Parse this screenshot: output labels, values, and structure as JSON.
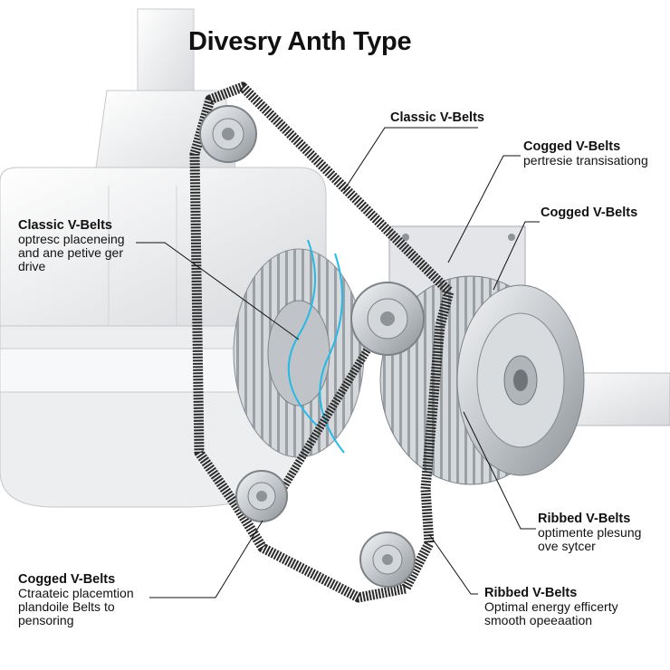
{
  "title": "Divesry Anth Type",
  "labels": {
    "top_classic": {
      "heading": "Classic V-Belts"
    },
    "right_cogged_1": {
      "heading": "Cogged V-Belts",
      "desc": [
        "pertresie transisationg"
      ]
    },
    "right_cogged_2": {
      "heading": "Cogged V-Belts"
    },
    "left_classic": {
      "heading": "Classic V-Belts",
      "desc": [
        "optresc placeneing",
        "and ane petive ger",
        "drive"
      ]
    },
    "right_ribbed_1": {
      "heading": "Ribbed V-Belts",
      "desc": [
        "optimente plesung",
        "ove sytcer"
      ]
    },
    "bottom_cogged": {
      "heading": "Cogged V-Belts",
      "desc": [
        "Ctraateic placemtion",
        "plandoile Belts to",
        "pensoring"
      ]
    },
    "bottom_ribbed": {
      "heading": "Ribbed V-Belts",
      "desc": [
        "Optimal energy efficerty",
        "smooth opeeaation"
      ]
    }
  },
  "colors": {
    "belt": "#2b2b2b",
    "metal": "#c9ccd0",
    "housing": "#f1f2f3",
    "accent": "#27b9e6",
    "leader": "#111111"
  }
}
